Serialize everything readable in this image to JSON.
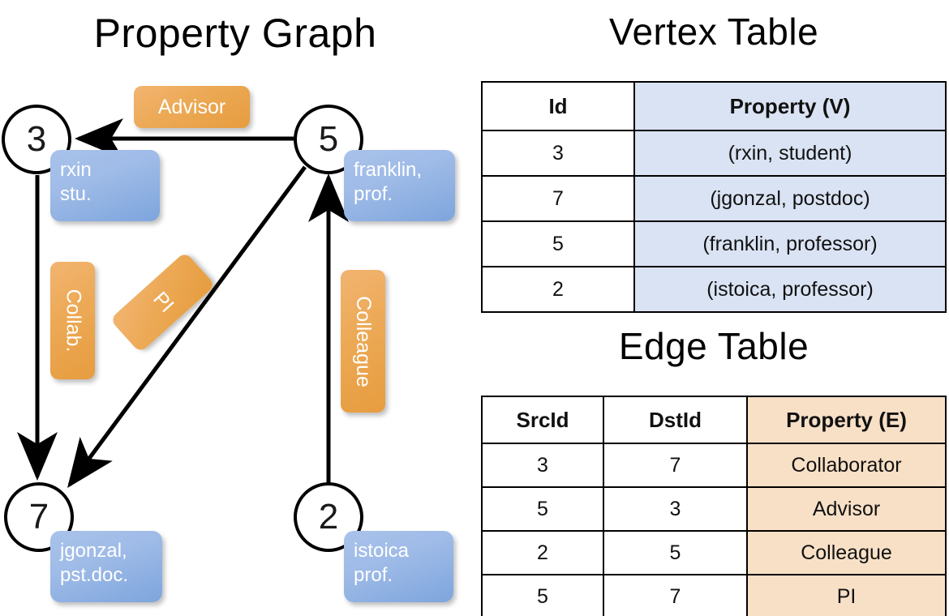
{
  "titles": {
    "property_graph": "Property Graph",
    "vertex_table": "Vertex Table",
    "edge_table": "Edge Table"
  },
  "graph": {
    "nodes": [
      {
        "id": "3",
        "label": "3",
        "property_line1": "rxin",
        "property_line2": "stu."
      },
      {
        "id": "5",
        "label": "5",
        "property_line1": "franklin,",
        "property_line2": "prof."
      },
      {
        "id": "7",
        "label": "7",
        "property_line1": "jgonzal,",
        "property_line2": "pst.doc."
      },
      {
        "id": "2",
        "label": "2",
        "property_line1": "istoica",
        "property_line2": "prof."
      }
    ],
    "edge_labels": [
      {
        "name": "advisor",
        "text": "Advisor"
      },
      {
        "name": "collab",
        "text": "Collab."
      },
      {
        "name": "pi",
        "text": "PI"
      },
      {
        "name": "colleague",
        "text": "Colleague"
      }
    ]
  },
  "vertex_table": {
    "headers": [
      "Id",
      "Property (V)"
    ],
    "rows": [
      {
        "id": "3",
        "property": "(rxin, student)"
      },
      {
        "id": "7",
        "property": "(jgonzal, postdoc)"
      },
      {
        "id": "5",
        "property": "(franklin, professor)"
      },
      {
        "id": "2",
        "property": "(istoica, professor)"
      }
    ]
  },
  "edge_table": {
    "headers": [
      "SrcId",
      "DstId",
      "Property (E)"
    ],
    "rows": [
      {
        "src": "3",
        "dst": "7",
        "property": "Collaborator"
      },
      {
        "src": "5",
        "dst": "3",
        "property": "Advisor"
      },
      {
        "src": "2",
        "dst": "5",
        "property": "Colleague"
      },
      {
        "src": "5",
        "dst": "7",
        "property": "PI"
      }
    ]
  },
  "colors": {
    "vertex_box": "#9fbbe7",
    "edge_box": "#eca955",
    "vertex_cell": "#dae3f3",
    "edge_cell": "#f8e0c6",
    "stroke": "#000000",
    "background": "#ffffff"
  }
}
